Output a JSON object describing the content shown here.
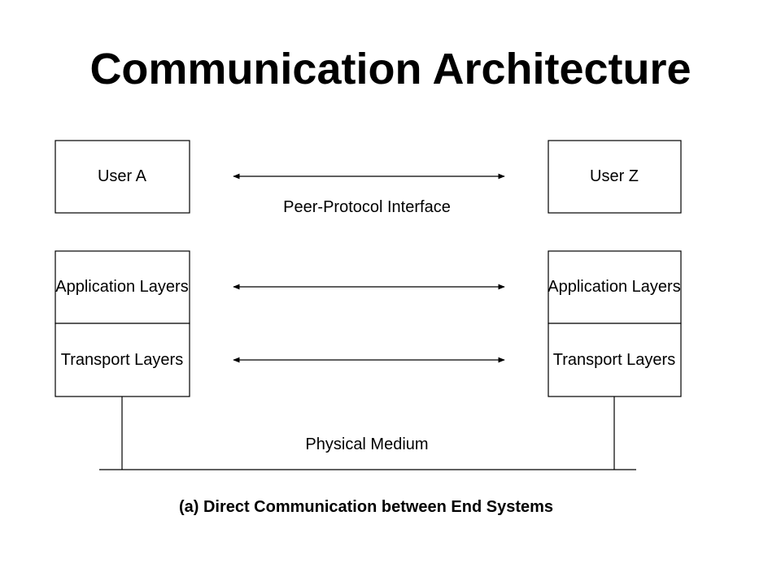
{
  "title": "Communication Architecture",
  "diagram": {
    "left": {
      "user": "User A",
      "application": "Application Layers",
      "transport": "Transport Layers"
    },
    "right": {
      "user": "User Z",
      "application": "Application Layers",
      "transport": "Transport Layers"
    },
    "peer_protocol_label": "Peer-Protocol Interface",
    "physical_medium_label": "Physical Medium",
    "caption": "(a) Direct Communication between End Systems"
  }
}
